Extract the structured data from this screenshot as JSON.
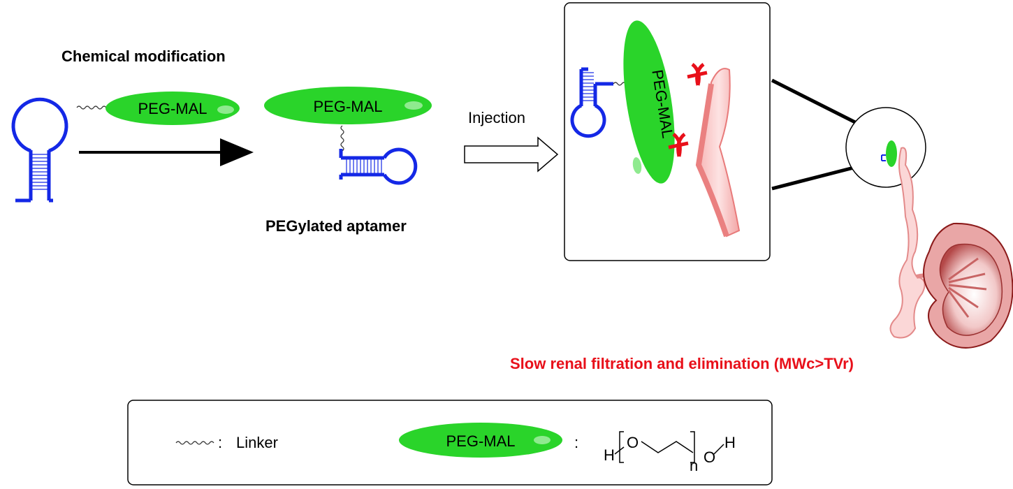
{
  "labels": {
    "chemical_modification": "Chemical modification",
    "pegylated_aptamer": "PEGylated aptamer",
    "injection": "Injection",
    "slow_renal": "Slow renal filtration and elimination (MWc>TVr)"
  },
  "peg": {
    "label": "PEG-MAL",
    "label_vertical": "PEG-MAL"
  },
  "legend": {
    "linker_label": "Linker",
    "separator": ":",
    "peg_label": "PEG-MAL",
    "formula": {
      "h_left": "H",
      "o_left": "O",
      "n": "n",
      "o_right": "O",
      "h_right": "H"
    }
  },
  "colors": {
    "aptamer": "#1428e6",
    "peg_green": "#2ad42a",
    "highlight_red": "#e8101a",
    "vessel_pink": "#f7c4c4",
    "vessel_edge": "#e87a7a",
    "kidney": "#d98a8a",
    "kidney_dark": "#8b1a1a"
  }
}
